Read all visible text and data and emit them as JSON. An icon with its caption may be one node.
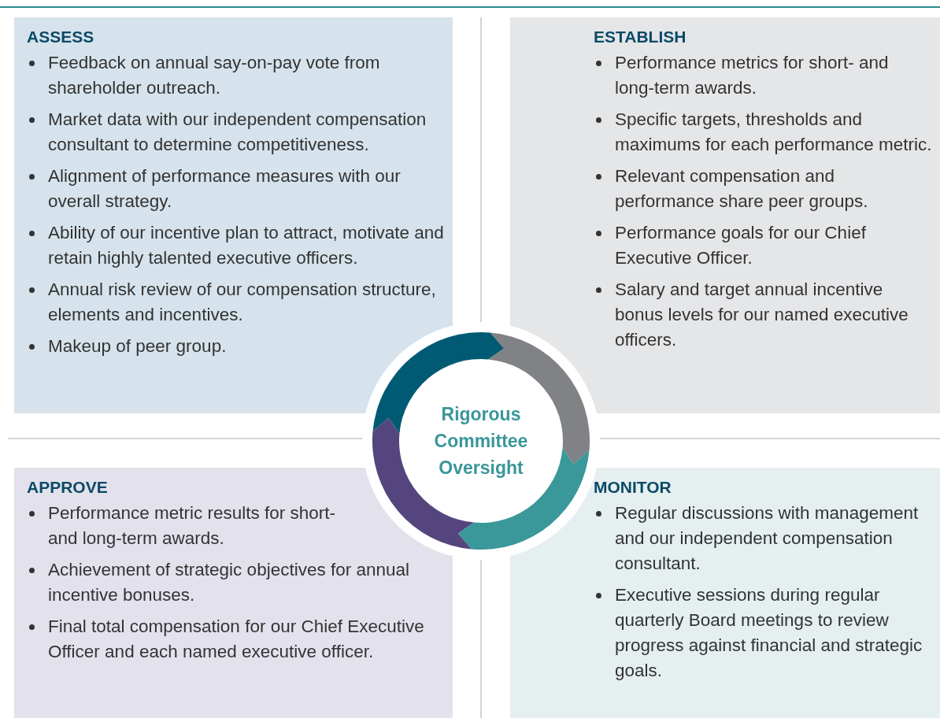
{
  "diagram": {
    "nodes": [
      {
        "text": [
          "ASSESS",
          "Feedback on annual say-on-pay vote from shareholder outreach.",
          "Market data with our independent compensation consultant to determine competitiveness.",
          "Alignment of performance measures with our overall strategy.",
          "Ability of our incentive plan to attract, motivate and retain highly talented executive officers.",
          "Annual risk review of our compensation structure, elements and incentives.",
          "Makeup of peer group."
        ]
      },
      {
        "text": [
          "ESTABLISH",
          "Performance metrics for short- and long-term awards.",
          "Specific targets, thresholds and maximums for each performance metric.",
          "Relevant compensation and performance share peer groups.",
          "Performance goals for our Chief Executive Officer.",
          "Salary and target annual incentive bonus levels for our named executive officers."
        ]
      },
      {
        "text": [
          "Rigorous Committee Oversight"
        ]
      },
      {
        "text": [
          "APPROVE",
          "Performance metric results for short- and long-term awards.",
          "Achievement of strategic objectives for annual incentive bonuses.",
          "Final total compensation for our Chief Executive Officer and each named executive officer."
        ]
      },
      {
        "text": [
          "MONITOR",
          "Regular discussions with management and our independent compensation consultant.",
          "Executive sessions during regular quarterly Board meetings to review progress against financial and strategic goals."
        ]
      }
    ]
  }
}
